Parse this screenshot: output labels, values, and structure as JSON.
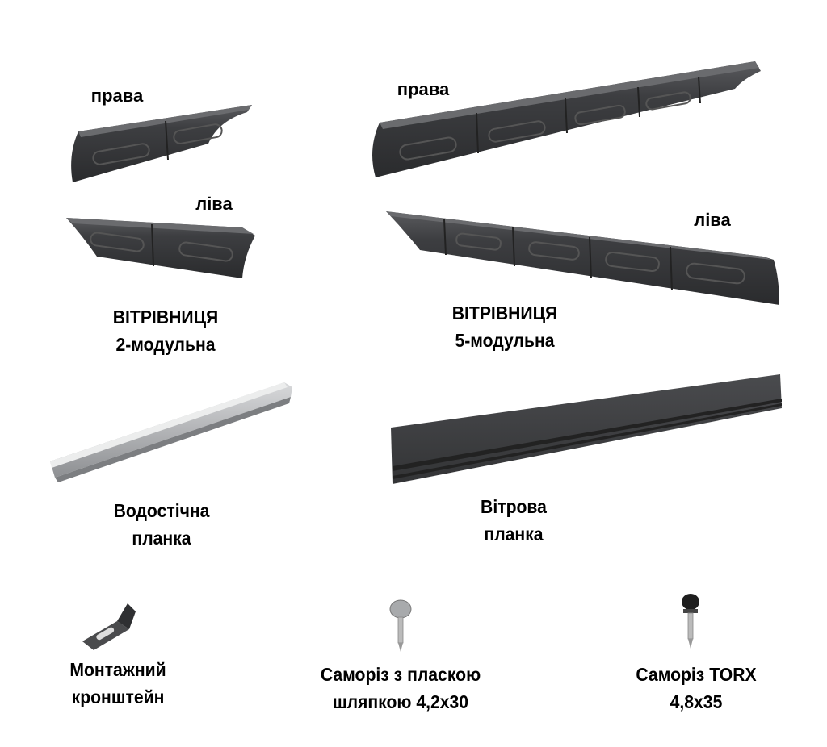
{
  "products": {
    "ridge_2": {
      "right_label": "права",
      "left_label": "ліва",
      "title": "ВІТРІВНИЦЯ",
      "subtitle": "2-модульна"
    },
    "ridge_5": {
      "right_label": "права",
      "left_label": "ліва",
      "title": "ВІТРІВНИЦЯ",
      "subtitle": "5-модульна"
    },
    "drip_edge": {
      "line1": "Водостічна",
      "line2": "планка"
    },
    "wind_strip": {
      "line1": "Вітрова",
      "line2": "планка"
    },
    "bracket": {
      "line1": "Монтажний",
      "line2": "кронштейн"
    },
    "screw_flat": {
      "line1": "Саморіз з пласкою",
      "line2": "шляпкою 4,2x30"
    },
    "screw_torx": {
      "line1": "Саморіз TORX",
      "line2": "4,8x35"
    }
  },
  "colors": {
    "metal_dark": "#3a3b3d",
    "metal_light": "#b8babc"
  }
}
